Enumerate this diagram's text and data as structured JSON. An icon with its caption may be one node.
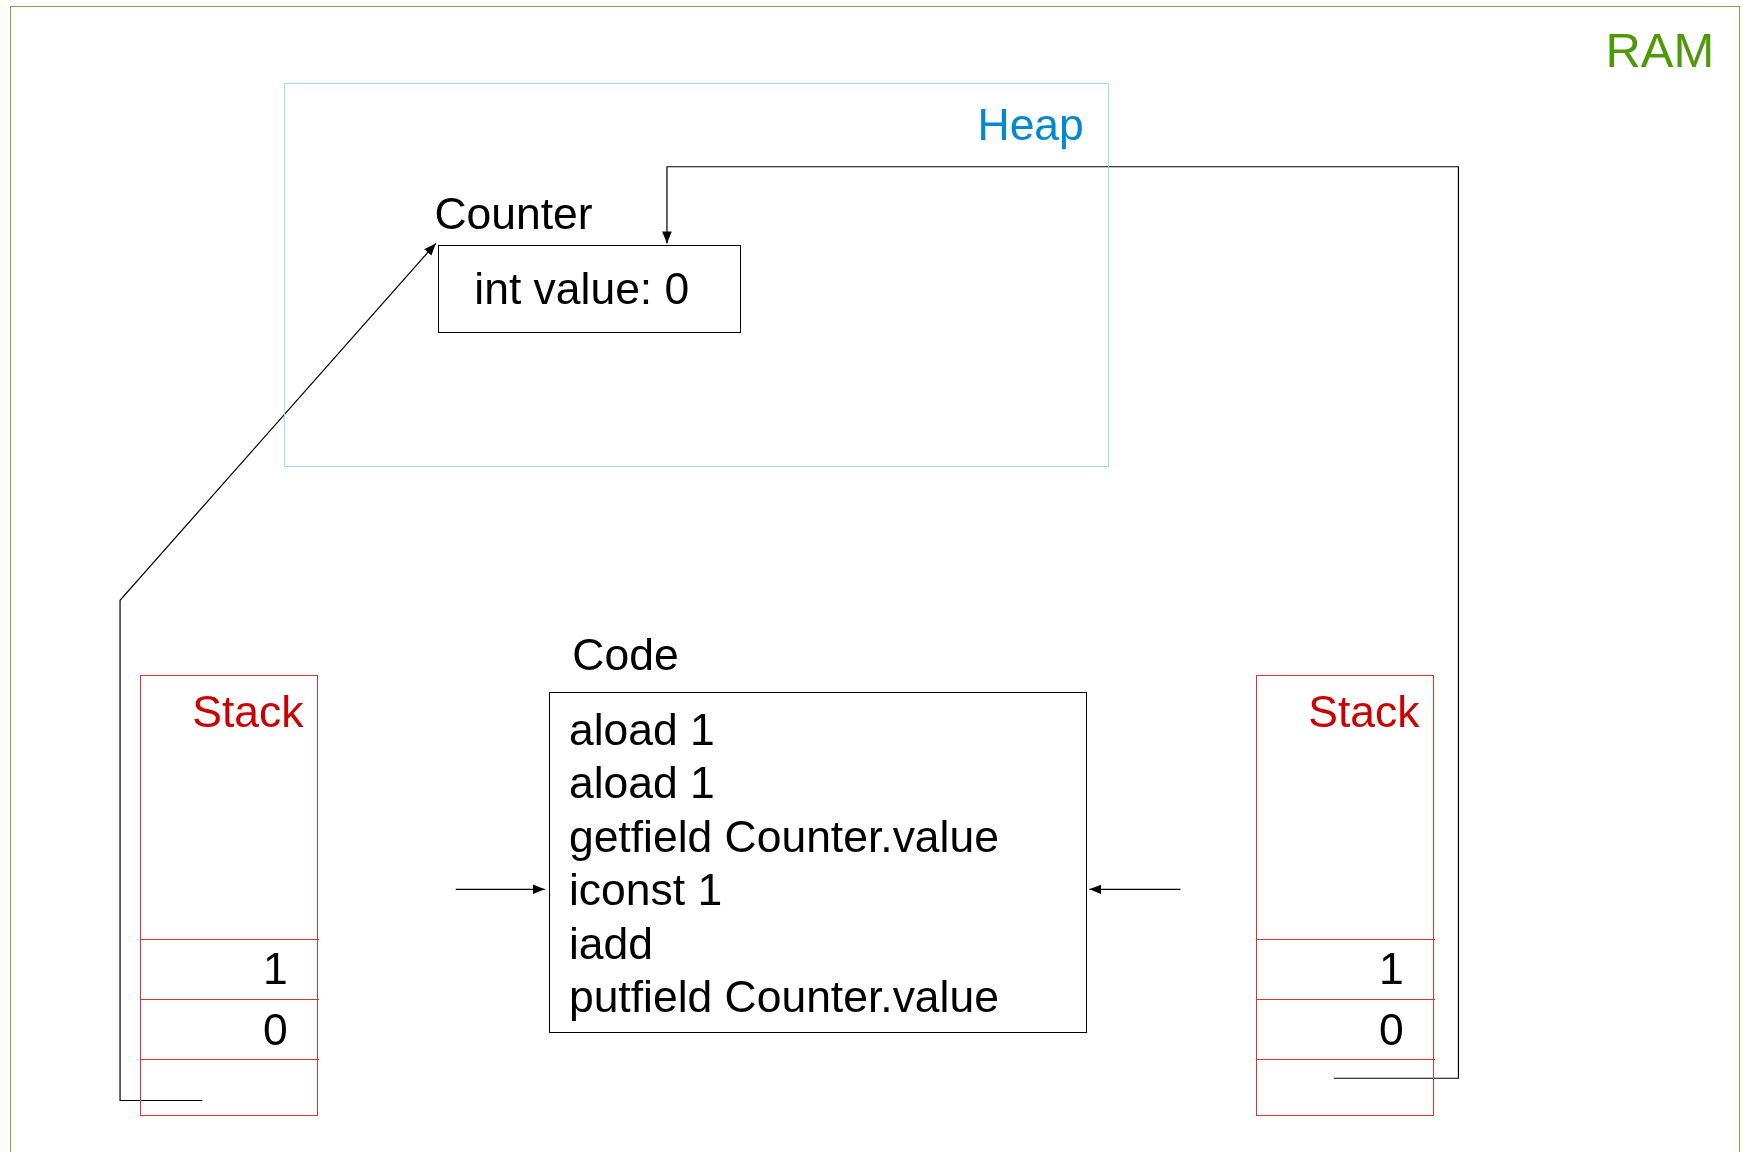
{
  "diagram": {
    "nodes": [
      {
        "text": [
          "RAM"
        ]
      },
      {
        "text": [
          "Heap"
        ],
        "in": 0
      },
      {
        "text": [
          "Counter",
          "int value: 0"
        ],
        "in": 1
      },
      {
        "text": [
          "Stack"
        ],
        "in": 0
      },
      {
        "text": [
          "1"
        ],
        "in": 3
      },
      {
        "text": [
          "0"
        ],
        "in": 3
      },
      {
        "text": [],
        "shape": "box",
        "in": 3
      },
      {
        "text": [
          "Code",
          "aload 1",
          "aload 1",
          "getfield Counter.value",
          "iconst 1",
          "iadd",
          "putfield Counter.value"
        ],
        "in": 0
      },
      {
        "text": [
          "Stack"
        ],
        "in": 0
      },
      {
        "text": [
          "1"
        ],
        "in": 8
      },
      {
        "text": [
          "0"
        ],
        "in": 8
      },
      {
        "text": [],
        "shape": "box",
        "in": 8
      }
    ],
    "edges": [
      {
        "from": 6,
        "to": 2,
        "arrow": "to"
      },
      {
        "from": 11,
        "to": 2,
        "arrow": "to"
      },
      {
        "from": null,
        "to": 7,
        "arrow": "to"
      },
      {
        "from": null,
        "to": 7,
        "arrow": "to"
      }
    ]
  }
}
